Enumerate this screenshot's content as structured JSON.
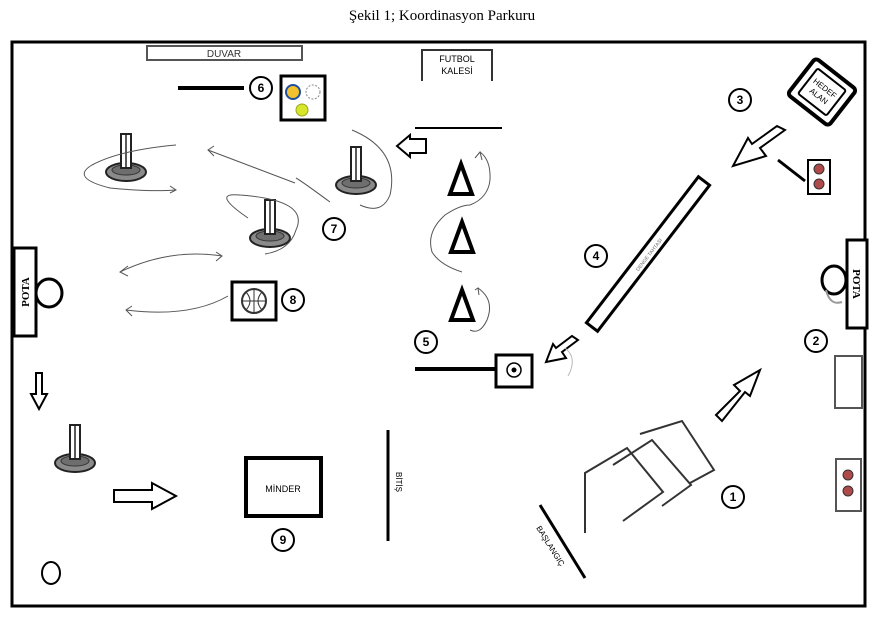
{
  "caption": "Şekil 1;  Koordinasyon Parkuru",
  "labels": {
    "duvar": "DUVAR",
    "futbol_line1": "FUTBOL",
    "futbol_line2": "KALESİ",
    "hedef_line1": "HEDEF",
    "hedef_line2": "ALAN",
    "pota": "POTA",
    "minder": "MİNDER",
    "bitis": "BİTİŞ",
    "baslangic": "BAŞLANGIÇ",
    "denge": "DENGE TAHTASI"
  },
  "stations": [
    "1",
    "2",
    "3",
    "4",
    "5",
    "6",
    "7",
    "8",
    "9"
  ]
}
